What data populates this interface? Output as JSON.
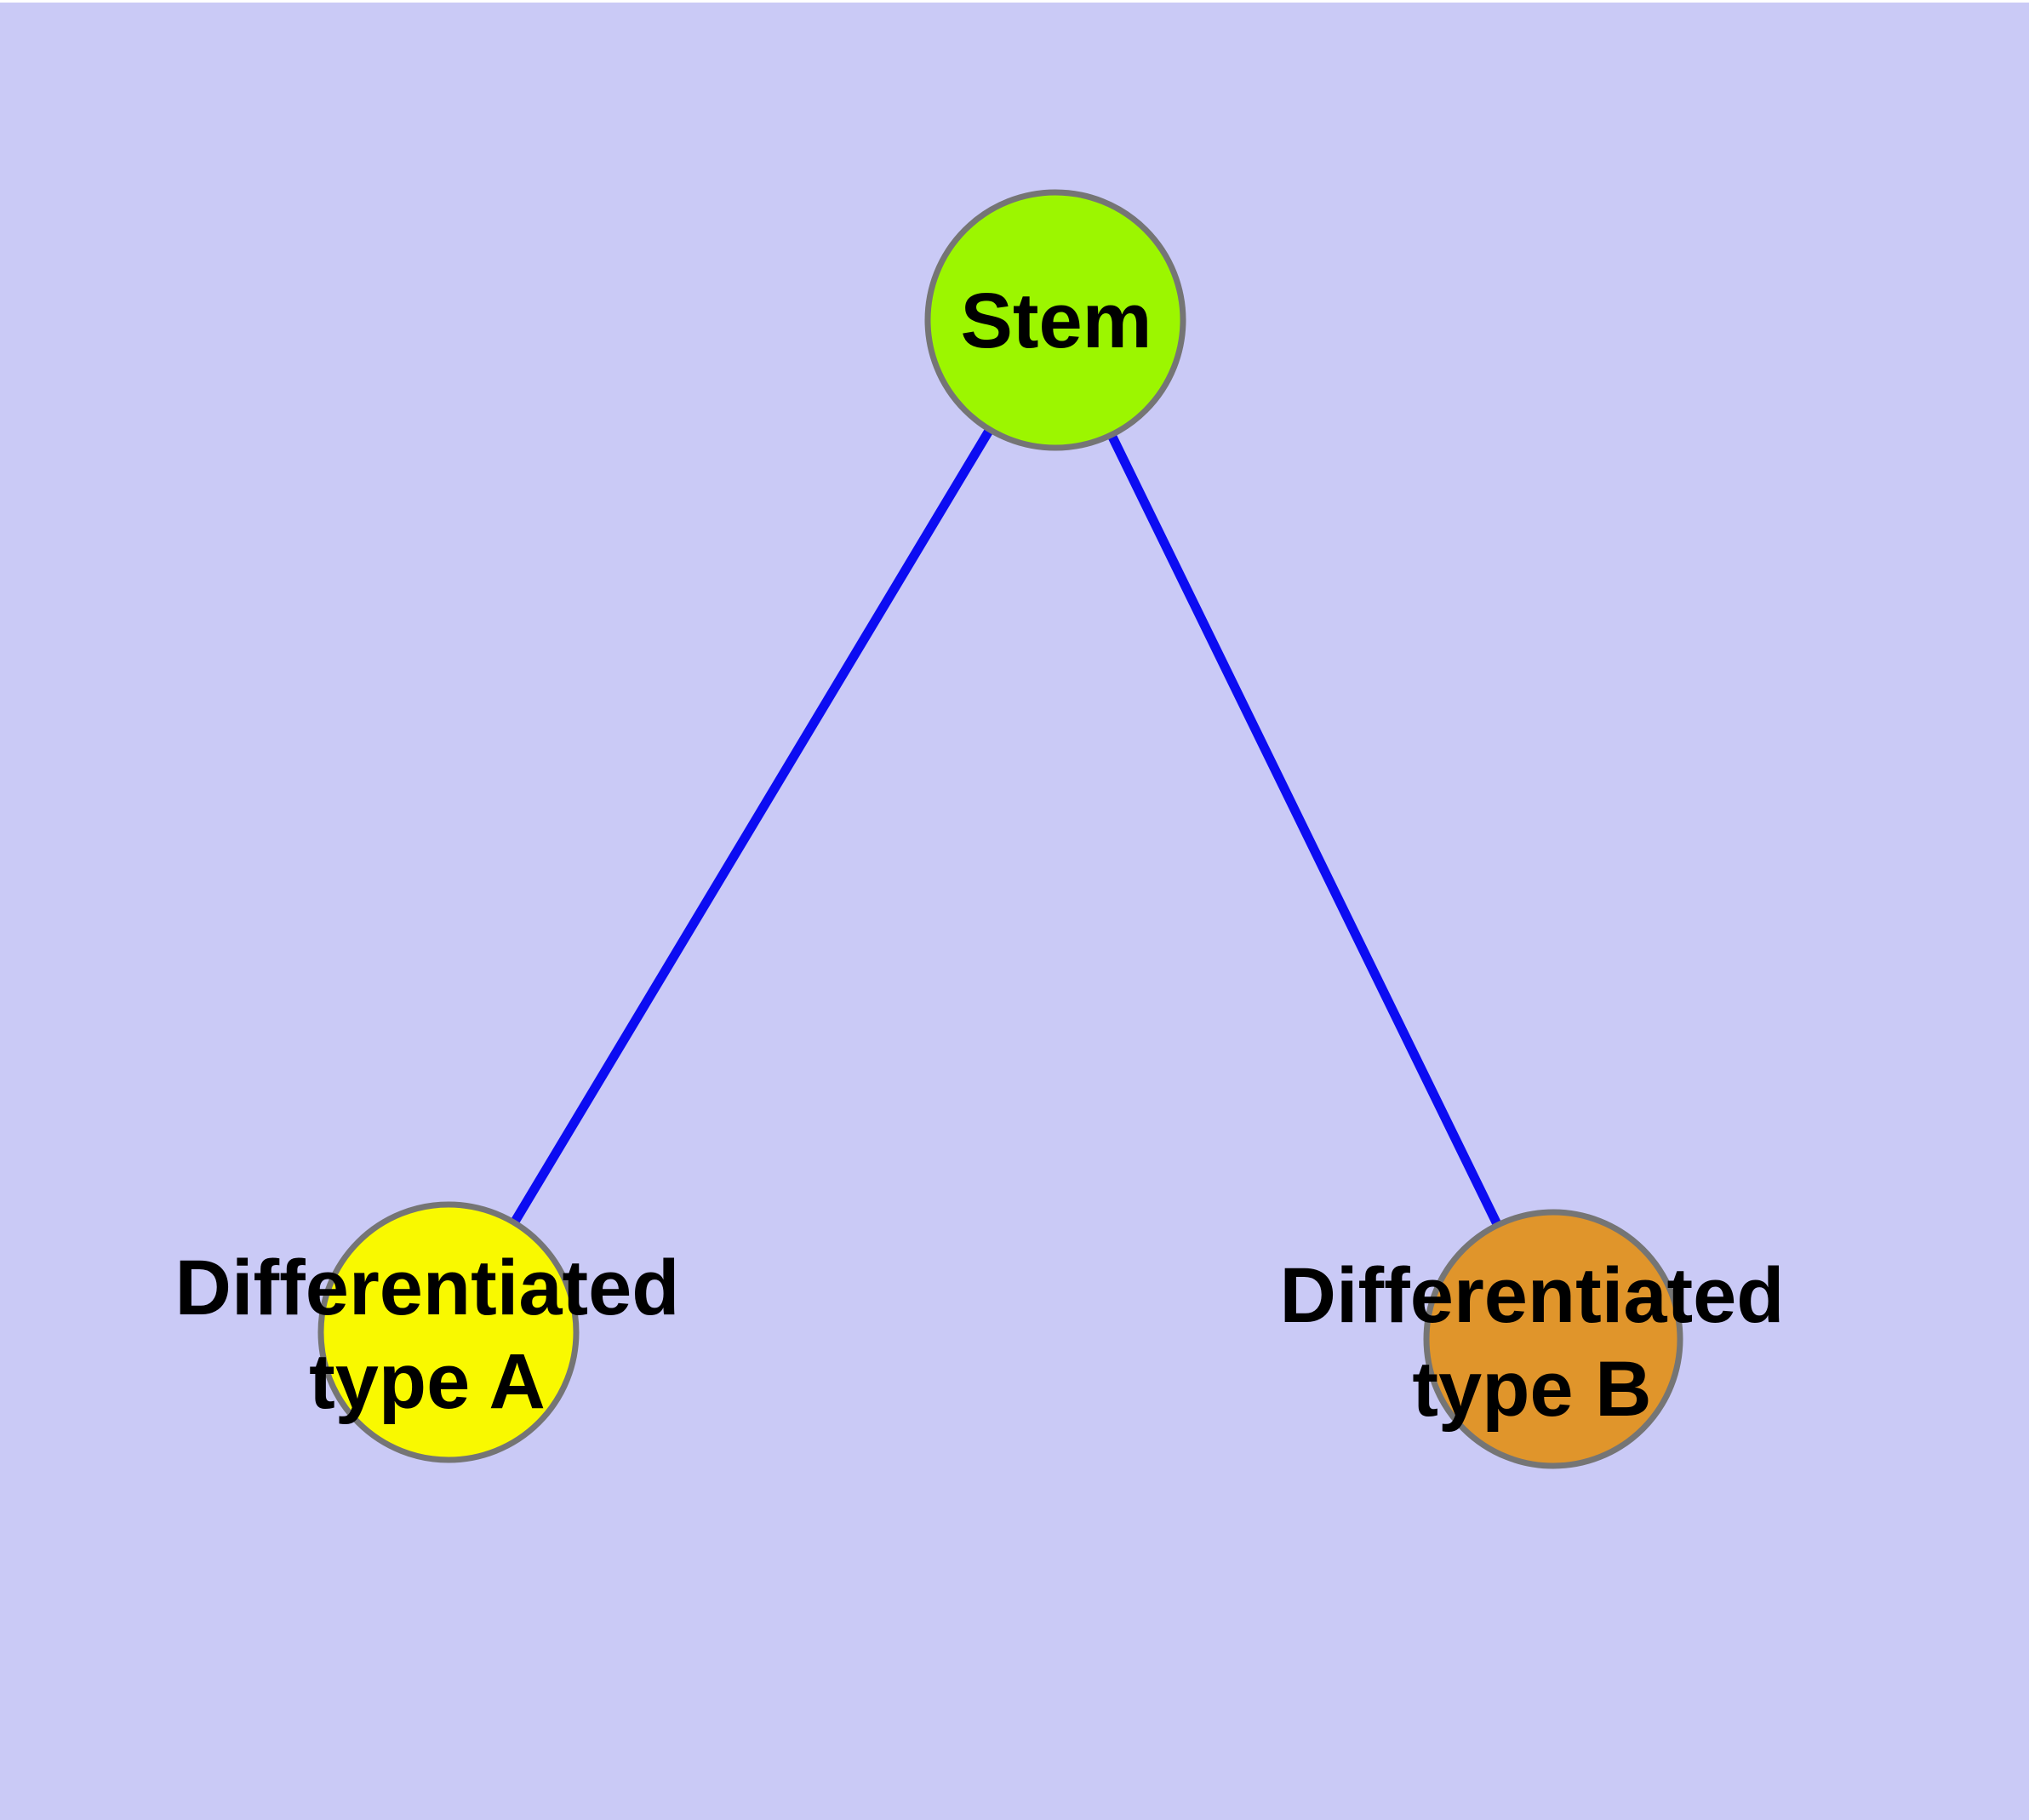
{
  "diagram": {
    "type": "node-link-graph",
    "nodes": [
      {
        "id": "stem",
        "label": "Stem",
        "fill": "#9cf600"
      },
      {
        "id": "differentiated-type-a",
        "label": "Differentiated\ntype A",
        "fill": "#f9f900"
      },
      {
        "id": "differentiated-type-b",
        "label": "Differentiated\ntype B",
        "fill": "#e0952b"
      }
    ],
    "edges": [
      {
        "from": "stem",
        "to": "differentiated-type-a"
      },
      {
        "from": "stem",
        "to": "differentiated-type-b"
      }
    ],
    "colors": {
      "background": "#cacaf6",
      "edge": "#0c0cf2",
      "node_border": "#757575",
      "label": "#000000",
      "top_margin": "#ffffff"
    }
  }
}
